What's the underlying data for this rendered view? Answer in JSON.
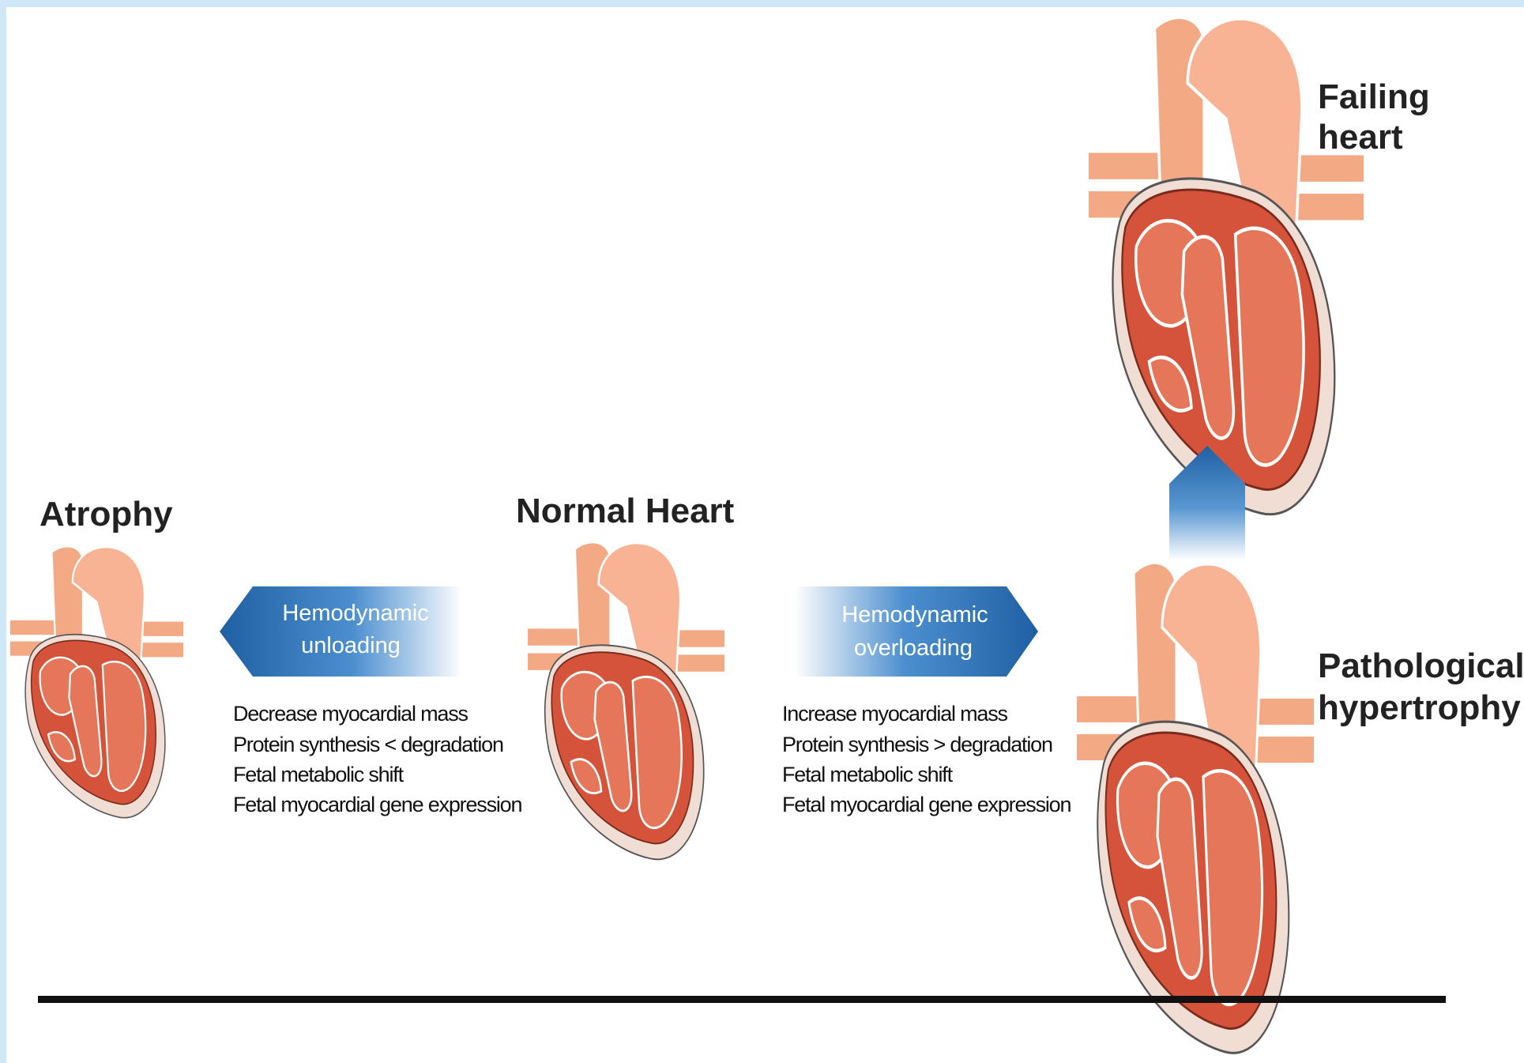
{
  "labels": {
    "atrophy": "Atrophy",
    "normal": "Normal Heart",
    "failing_line1": "Failing",
    "failing_line2": "heart",
    "patho_line1": "Pathological",
    "patho_line2": "hypertrophy"
  },
  "arrows": {
    "unloading_line1": "Hemodynamic",
    "unloading_line2": "unloading",
    "overloading_line1": "Hemodynamic",
    "overloading_line2": "overloading"
  },
  "unloading_effects": [
    "Decrease myocardial mass",
    "Protein synthesis < degradation",
    "Fetal metabolic shift",
    "Fetal myocardial gene expression"
  ],
  "overloading_effects": [
    "Increase myocardial mass",
    "Protein synthesis > degradation",
    "Fetal metabolic shift",
    "Fetal myocardial gene expression"
  ],
  "colors": {
    "frame": "#cfe7f6",
    "vessel": "#f4a985",
    "myocardium": "#d4533a",
    "chamber": "#e6765a",
    "pericardium": "#f0ddd3",
    "arrow": "#1f5fa3",
    "baseline": "#111111"
  }
}
